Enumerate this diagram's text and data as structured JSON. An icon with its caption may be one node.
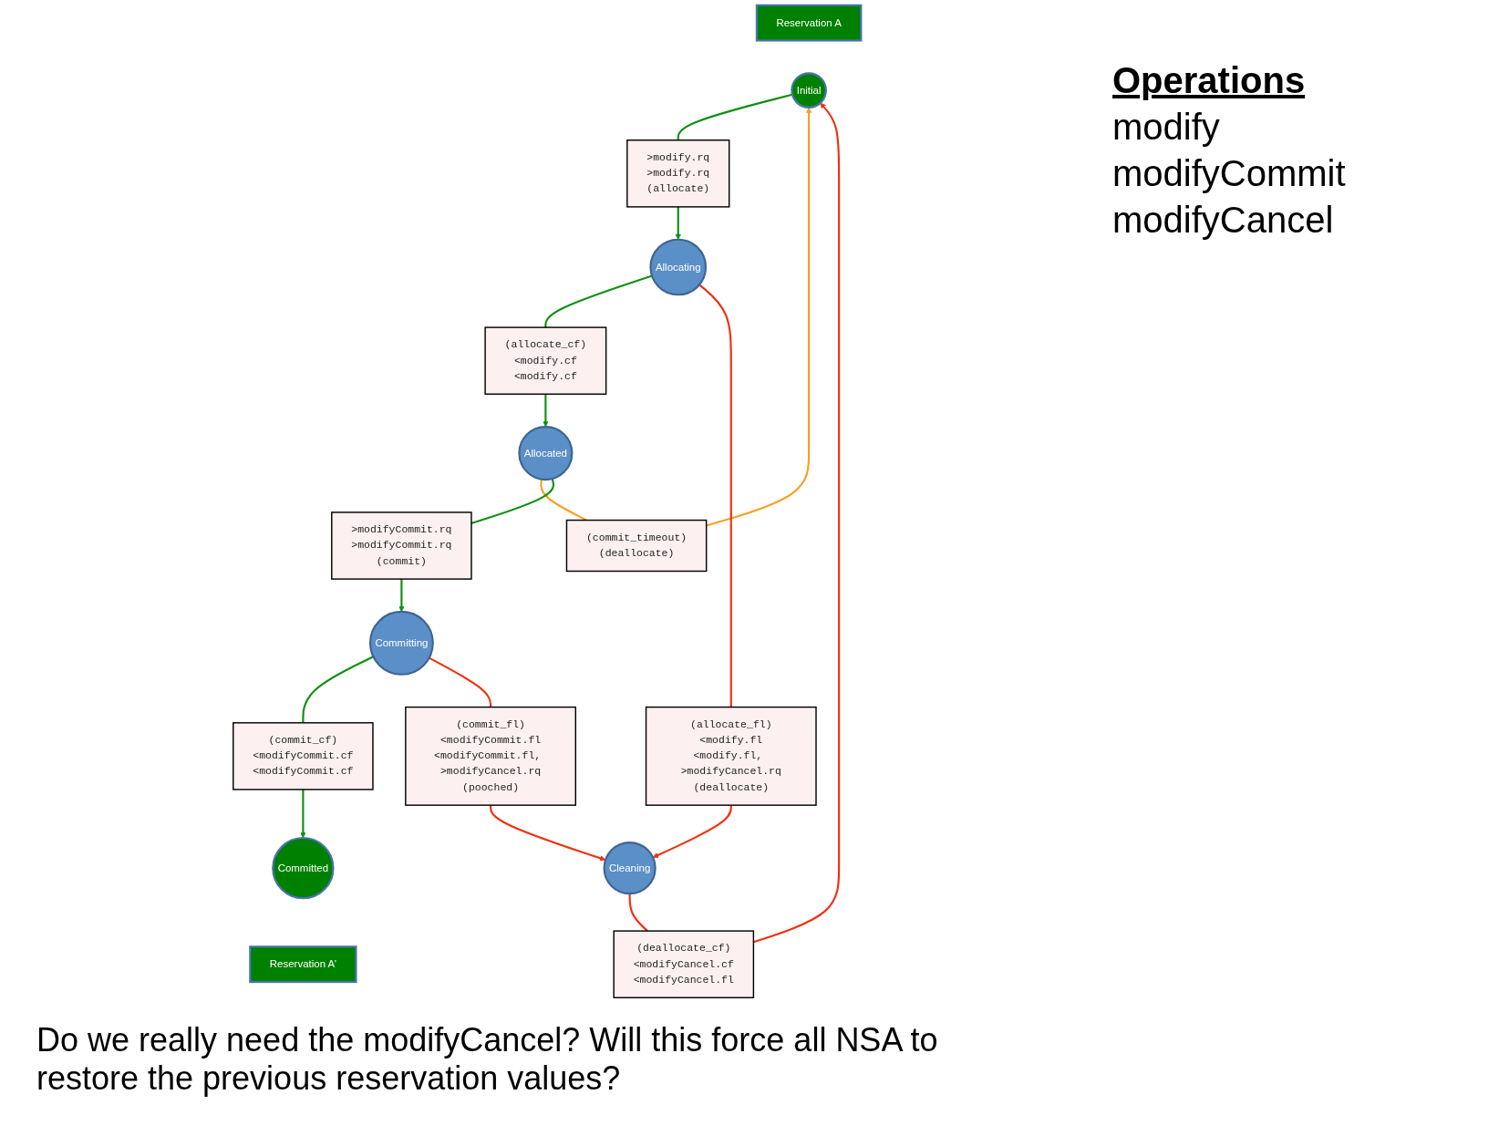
{
  "diagram": {
    "nodes": [
      {
        "text": [
          "Reservation A"
        ]
      },
      {
        "text": [
          "Initial"
        ]
      },
      {
        "text": [
          ">modify.rq",
          ">modify.rq",
          "(allocate)"
        ]
      },
      {
        "text": [
          "(commit_timeout)",
          "(deallocate)"
        ]
      },
      {
        "text": [
          "(deallocate_cf)",
          "<modifyCancel.cf",
          "<modifyCancel.fl"
        ]
      },
      {
        "text": [
          "Allocating"
        ]
      },
      {
        "text": [
          "(allocate_cf)",
          "<modify.cf",
          "<modify.cf"
        ]
      },
      {
        "text": [
          "Allocated"
        ]
      },
      {
        "text": [
          ">modifyCommit.rq",
          ">modifyCommit.rq",
          "(commit)"
        ]
      },
      {
        "text": [
          "Committing"
        ]
      },
      {
        "text": [
          "(allocate_fl)",
          "<modify.fl",
          "<modify.fl, >modifyCancel.rq",
          "(deallocate)"
        ]
      },
      {
        "text": [
          "(commit_cf)",
          "<modifyCommit.cf",
          "<modifyCommit.cf"
        ]
      },
      {
        "text": [
          "(commit_fl)",
          "<modifyCommit.fl",
          "<modifyCommit.fl, >modifyCancel.rq",
          "(pooched)"
        ]
      },
      {
        "text": [
          "Cleaning"
        ]
      },
      {
        "text": [
          "Committed"
        ]
      },
      {
        "text": [
          "Reservation A’"
        ]
      }
    ],
    "edges": [
      {
        "from": 1,
        "to": 2,
        "arrow": "none",
        "color": "#109010"
      },
      {
        "from": 2,
        "to": 5,
        "arrow": "to",
        "color": "#109010"
      },
      {
        "from": 5,
        "to": 6,
        "arrow": "none",
        "color": "#109010"
      },
      {
        "from": 6,
        "to": 7,
        "arrow": "to",
        "color": "#109010"
      },
      {
        "from": 7,
        "to": 3,
        "arrow": "none",
        "color": "#f5a020"
      },
      {
        "from": 3,
        "to": 1,
        "arrow": "to",
        "color": "#f5a020"
      },
      {
        "from": 7,
        "to": 8,
        "arrow": "none",
        "color": "#109010"
      },
      {
        "from": 8,
        "to": 9,
        "arrow": "to",
        "color": "#109010"
      },
      {
        "from": 9,
        "to": 11,
        "arrow": "none",
        "color": "#109010"
      },
      {
        "from": 11,
        "to": 14,
        "arrow": "to",
        "color": "#109010"
      },
      {
        "from": 5,
        "to": 10,
        "arrow": "none",
        "color": "#f03010"
      },
      {
        "from": 10,
        "to": 13,
        "arrow": "to",
        "color": "#f03010"
      },
      {
        "from": 9,
        "to": 12,
        "arrow": "none",
        "color": "#f03010"
      },
      {
        "from": 12,
        "to": 13,
        "arrow": "to",
        "color": "#f03010"
      },
      {
        "from": 13,
        "to": 4,
        "arrow": "none",
        "color": "#f03010"
      },
      {
        "from": 4,
        "to": 1,
        "arrow": "to",
        "color": "#f03010"
      }
    ],
    "labels": [
      "Operations",
      "modify",
      "modifyCommit",
      "modifyCancel",
      "Do we really need the modifyCancel?  Will this force all NSA to restore the previous reservation values?"
    ]
  }
}
